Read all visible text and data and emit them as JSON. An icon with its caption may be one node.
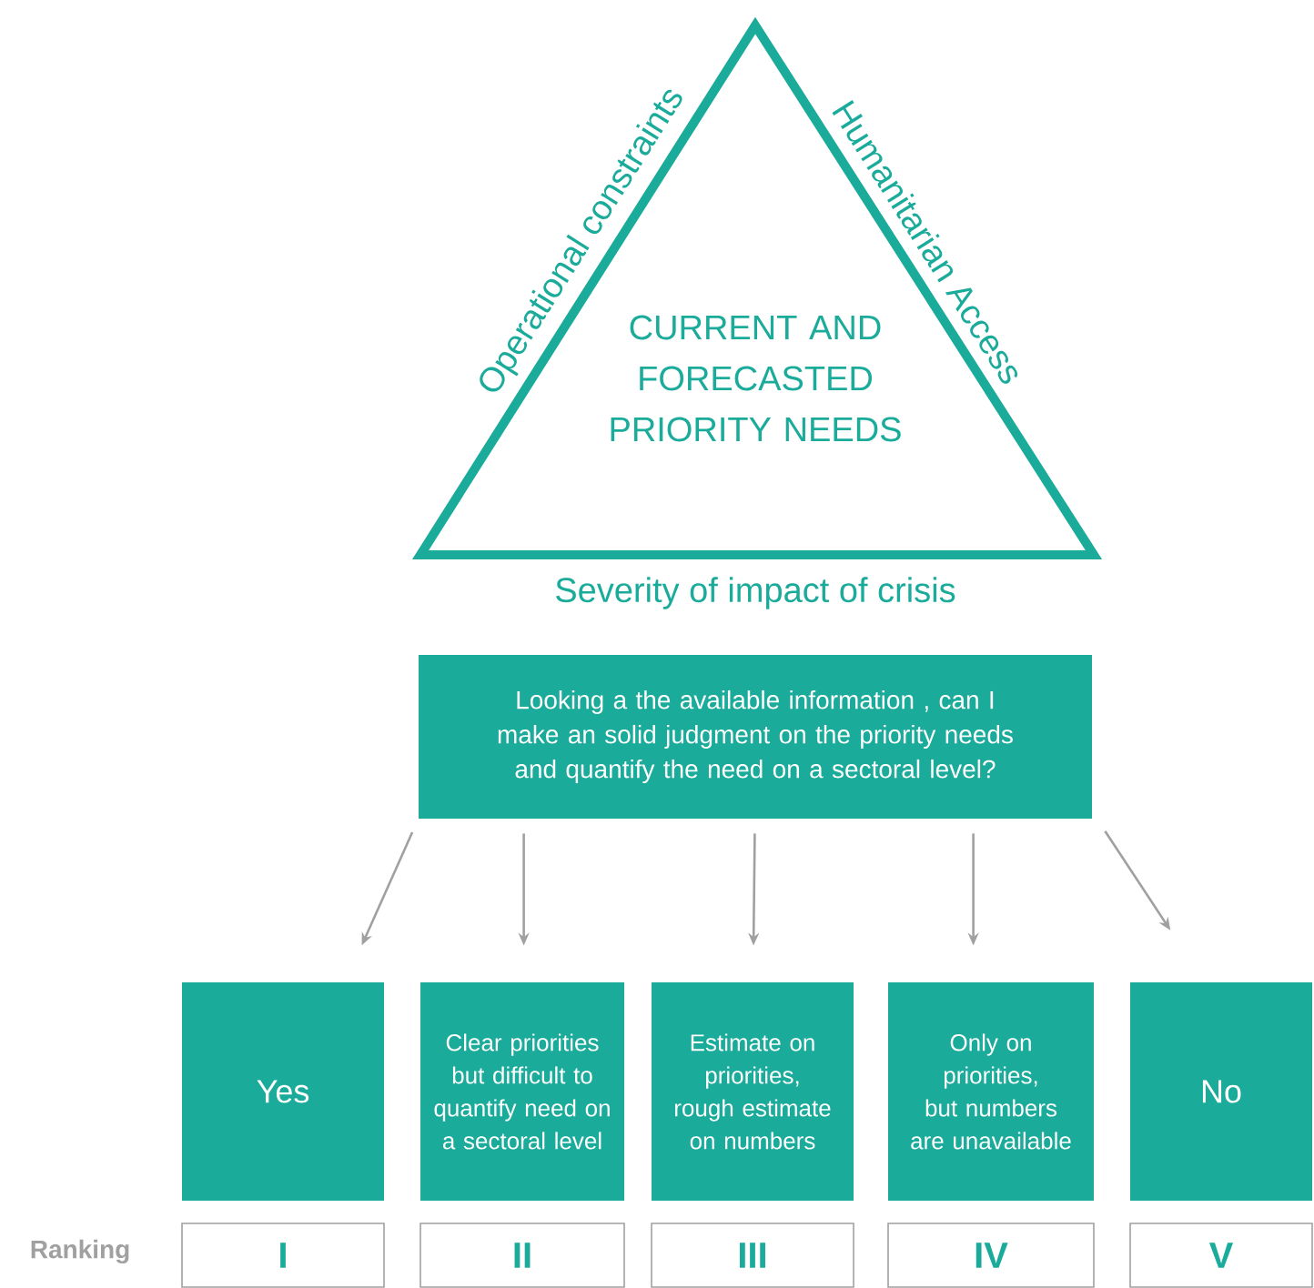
{
  "diagram": {
    "nodes": [
      {
        "text": [
          "CURRENT AND FORECASTED PRIORITY NEEDS"
        ],
        "beside": [
          "Operational constraints",
          "Humanitarian Access",
          "Severity of impact of crisis"
        ]
      },
      {
        "text": [
          "Looking a the available information , can I make an solid judgment on the priority needs and quantify the need on a sectoral level?"
        ]
      },
      {
        "text": [
          "Yes"
        ]
      },
      {
        "text": [
          "Clear priorities but difficult to quantify need on a sectoral level"
        ]
      },
      {
        "text": [
          "Estimate on priorities, rough estimate on numbers"
        ]
      },
      {
        "text": [
          "Only on priorities, but numbers are unavailable"
        ]
      },
      {
        "text": [
          "No"
        ]
      },
      {
        "text": [
          "I"
        ]
      },
      {
        "text": [
          "II"
        ]
      },
      {
        "text": [
          "III"
        ]
      },
      {
        "text": [
          "IV"
        ]
      },
      {
        "text": [
          "V"
        ]
      }
    ],
    "edges": [
      {
        "from": 1,
        "to": 2,
        "arrow": "to"
      },
      {
        "from": 1,
        "to": 3,
        "arrow": "to"
      },
      {
        "from": 1,
        "to": 4,
        "arrow": "to"
      },
      {
        "from": 1,
        "to": 5,
        "arrow": "to"
      },
      {
        "from": 1,
        "to": 6,
        "arrow": "to"
      }
    ],
    "labels": [
      "Ranking"
    ]
  }
}
